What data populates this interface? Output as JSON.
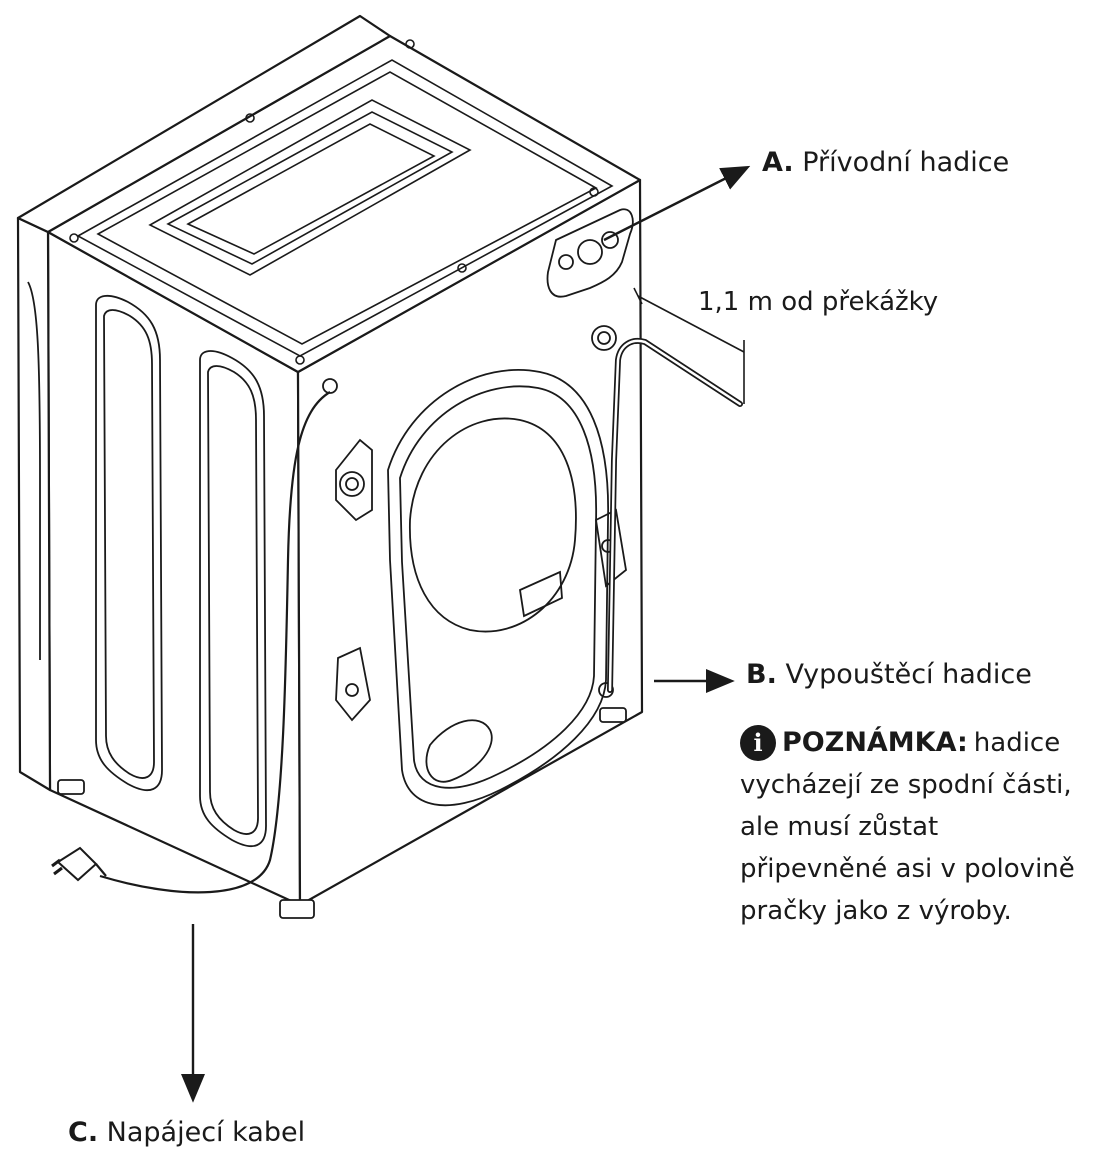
{
  "labels": {
    "a_letter": "A.",
    "a_text": "Přívodní hadice",
    "distance": "1,1 m od překážky",
    "b_letter": "B.",
    "b_text": "Vypouštěcí hadice",
    "c_letter": "C.",
    "c_text": "Napájecí kabel"
  },
  "note": {
    "title": "POZNÁMKA:",
    "line1_rest": "hadice",
    "line2": "vycházejí ze spodní části,",
    "line3": "ale musí zůstat",
    "line4": "připevněné asi v polovině",
    "line5": "pračky jako z výroby."
  },
  "icons": {
    "note_icon": "info-icon"
  },
  "colors": {
    "ink": "#1a1a1a",
    "background": "#ffffff"
  }
}
